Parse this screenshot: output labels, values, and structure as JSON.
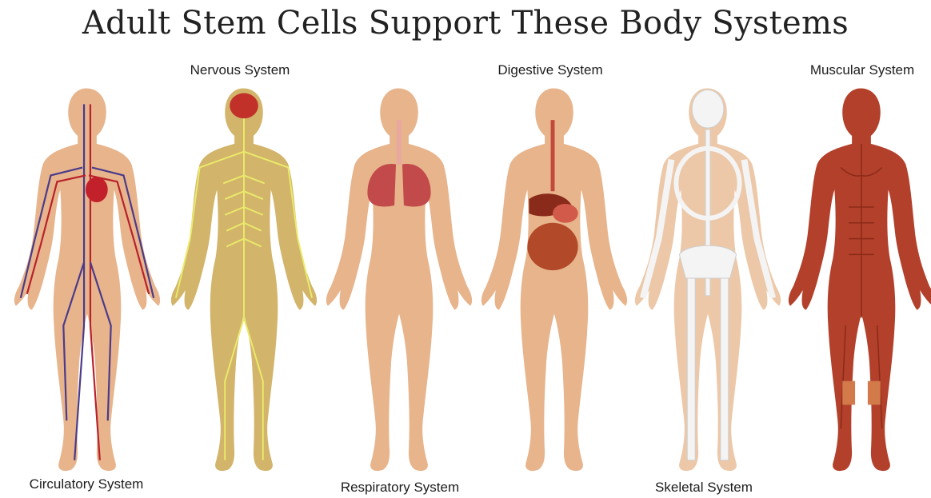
{
  "title": "Adult Stem Cells Support These Body Systems",
  "systems": [
    {
      "label": "Circulatory System",
      "icon": "circulatory-system-figure"
    },
    {
      "label": "Nervous System",
      "icon": "nervous-system-figure"
    },
    {
      "label": "Respiratory System",
      "icon": "respiratory-system-figure"
    },
    {
      "label": "Digestive System",
      "icon": "digestive-system-figure"
    },
    {
      "label": "Skeletal System",
      "icon": "skeletal-system-figure"
    },
    {
      "label": "Muscular System",
      "icon": "muscular-system-figure"
    }
  ],
  "colors": {
    "skin": "#e7b48c",
    "vein": "#4a3a8a",
    "artery": "#b8202a",
    "nerve": "#e3e36a",
    "lungs": "#c24a4a",
    "digestive": "#b24a2a",
    "bone": "#f4f4f4",
    "muscle": "#b2402a"
  }
}
